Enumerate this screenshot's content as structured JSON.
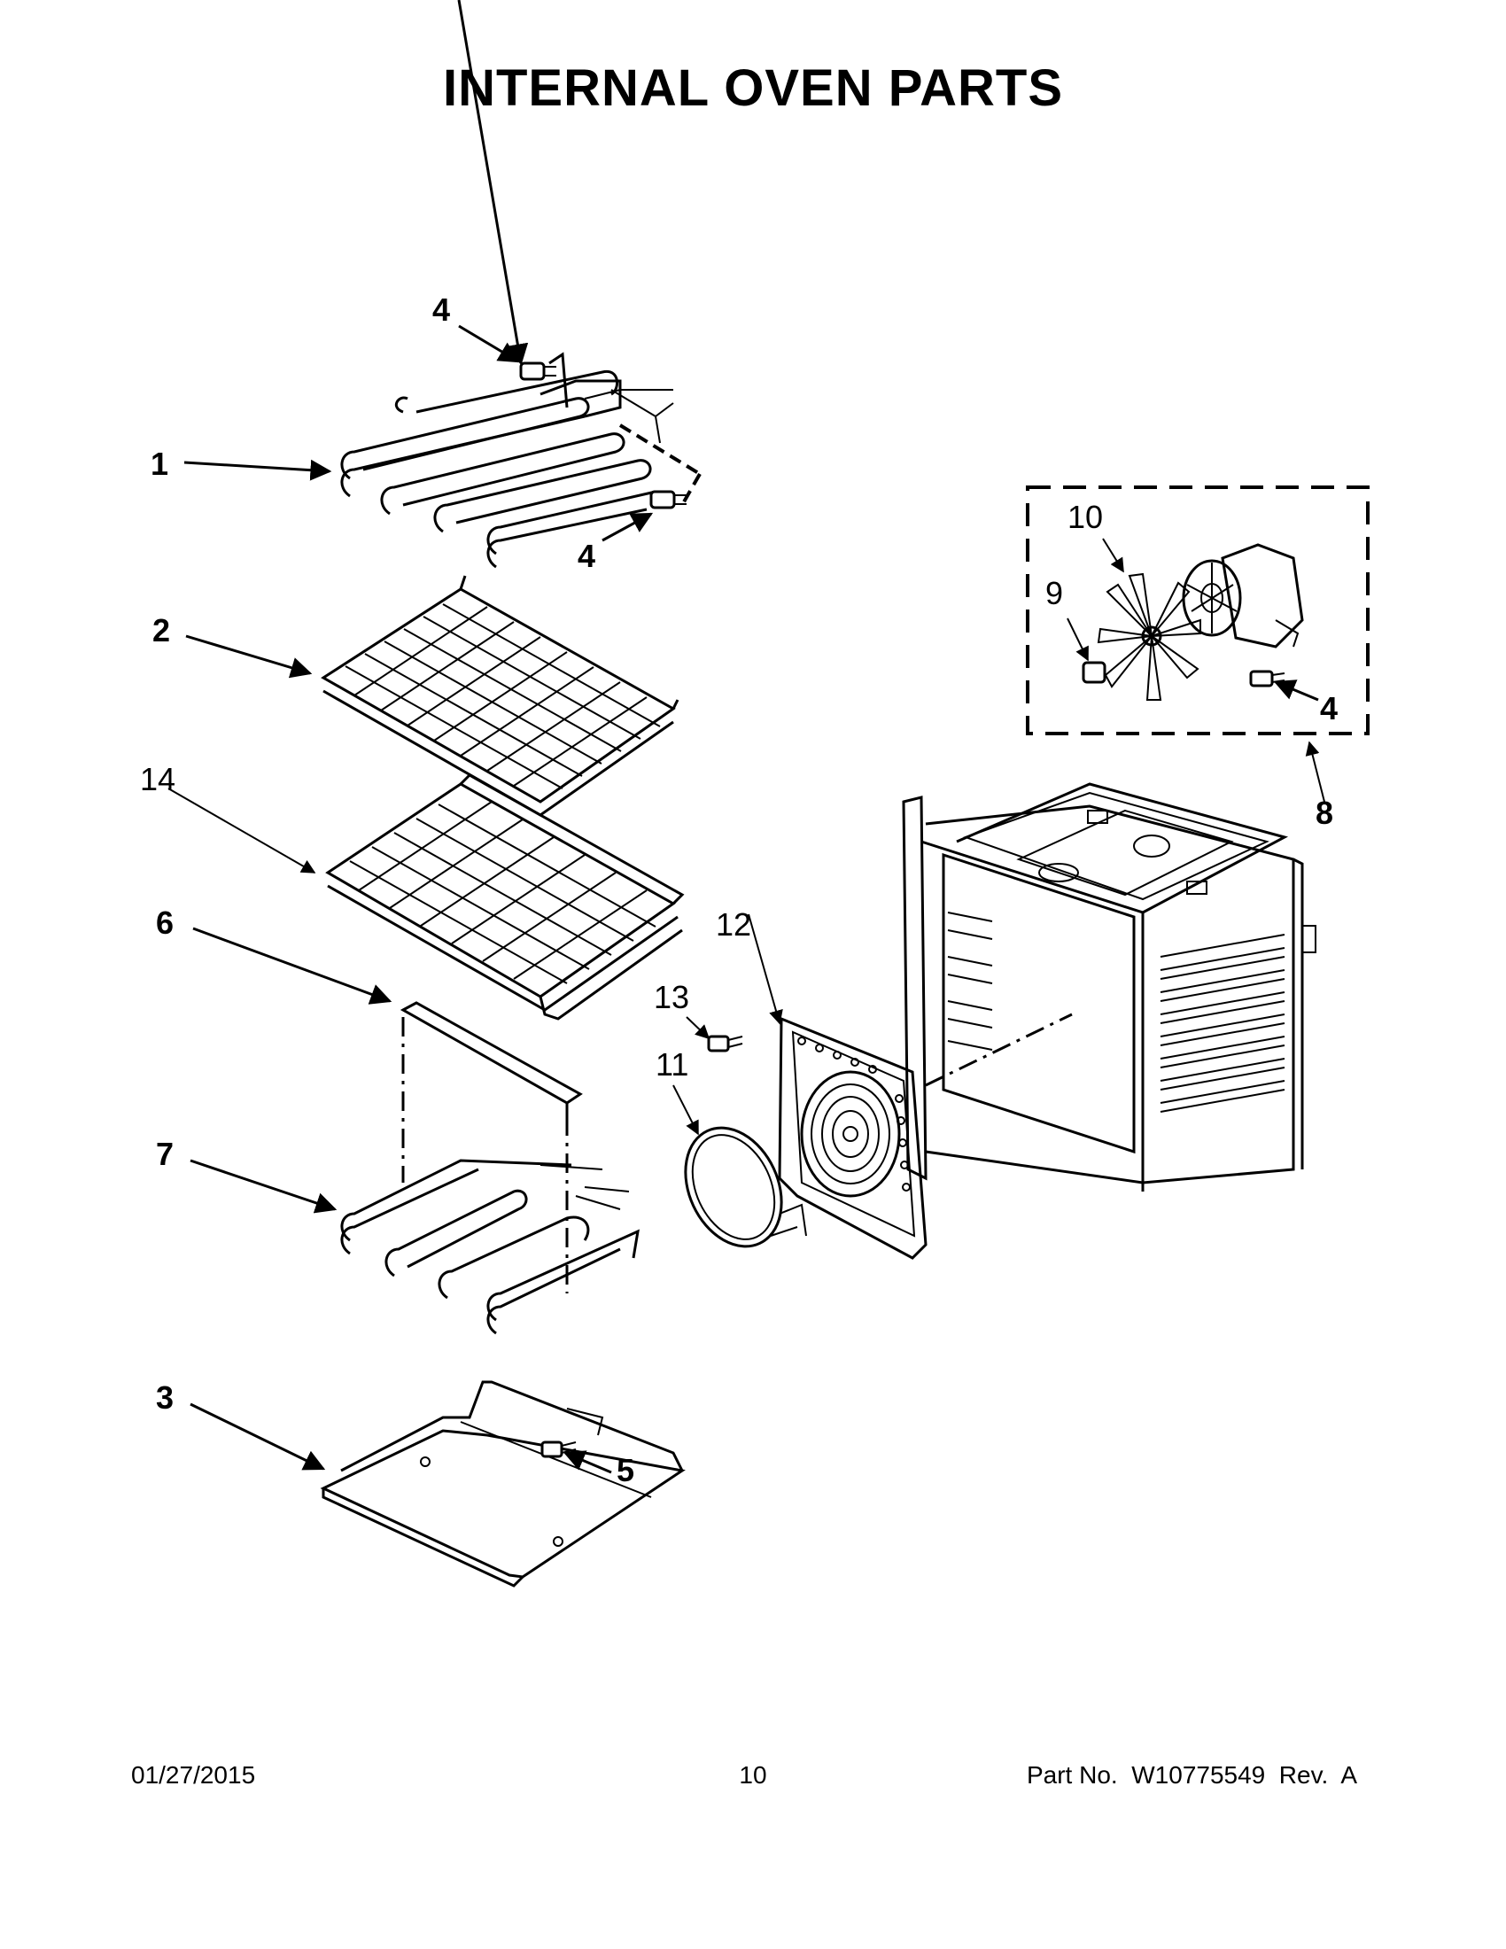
{
  "title": "INTERNAL OVEN PARTS",
  "callouts": {
    "c1": "1",
    "c2": "2",
    "c3": "3",
    "c4a": "4",
    "c4b": "4",
    "c4c": "4",
    "c5": "5",
    "c6": "6",
    "c7": "7",
    "c8": "8",
    "c9": "9",
    "c10": "10",
    "c11": "11",
    "c12": "12",
    "c13": "13",
    "c14": "14"
  },
  "footer": {
    "date": "01/27/2015",
    "page": "10",
    "part": "Part No.  W10775549  Rev.  A"
  }
}
